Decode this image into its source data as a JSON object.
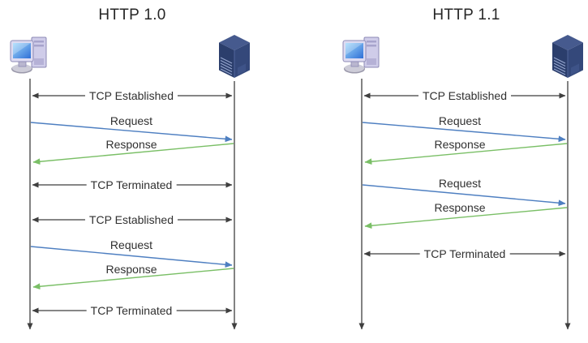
{
  "colors": {
    "background": "#ffffff",
    "tcp-arrow": "#3f3f3f",
    "request-arrow": "#4e7fc1",
    "response-arrow": "#7abf66",
    "lifeline": "#3f3f3f",
    "label-text": "#303030",
    "title-text": "#262626"
  },
  "icons": {
    "client": "desktop-computer-icon",
    "server": "server-tower-icon"
  },
  "diagrams": {
    "http10": {
      "title": "HTTP 1.0",
      "messages": [
        {
          "label": "TCP Established",
          "type": "tcp-bidirectional"
        },
        {
          "label": "Request",
          "type": "client-to-server"
        },
        {
          "label": "Response",
          "type": "server-to-client"
        },
        {
          "label": "TCP Terminated",
          "type": "tcp-bidirectional"
        },
        {
          "label": "TCP Established",
          "type": "tcp-bidirectional"
        },
        {
          "label": "Request",
          "type": "client-to-server"
        },
        {
          "label": "Response",
          "type": "server-to-client"
        },
        {
          "label": "TCP Terminated",
          "type": "tcp-bidirectional"
        }
      ]
    },
    "http11": {
      "title": "HTTP 1.1",
      "messages": [
        {
          "label": "TCP Established",
          "type": "tcp-bidirectional"
        },
        {
          "label": "Request",
          "type": "client-to-server"
        },
        {
          "label": "Response",
          "type": "server-to-client"
        },
        {
          "label": "Request",
          "type": "client-to-server"
        },
        {
          "label": "Response",
          "type": "server-to-client"
        },
        {
          "label": "TCP Terminated",
          "type": "tcp-bidirectional"
        }
      ]
    }
  }
}
